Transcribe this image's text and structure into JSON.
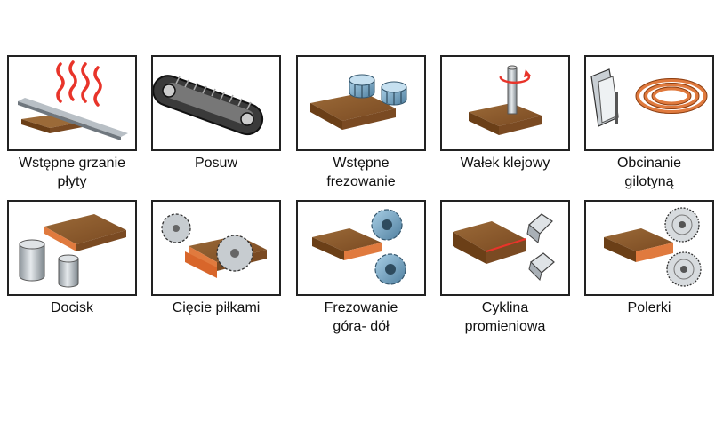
{
  "steps": [
    {
      "label": "Wstępne grzanie\npłyty",
      "icon": "heater-icon"
    },
    {
      "label": "Posuw",
      "icon": "conveyor-belt-icon"
    },
    {
      "label": "Wstępne\nfrezowanie",
      "icon": "milling-cutters-icon"
    },
    {
      "label": "Wałek klejowy",
      "icon": "glue-roller-icon"
    },
    {
      "label": "Obcinanie\ngilotyną",
      "icon": "guillotine-icon"
    },
    {
      "label": "Docisk",
      "icon": "pressure-rollers-icon"
    },
    {
      "label": "Cięcie piłkami",
      "icon": "circular-saws-icon"
    },
    {
      "label": "Frezowanie\ngóra- dół",
      "icon": "top-bottom-milling-icon"
    },
    {
      "label": "Cyklina\npromieniowa",
      "icon": "radius-scraper-icon"
    },
    {
      "label": "Polerki",
      "icon": "polishing-wheels-icon"
    }
  ],
  "colors": {
    "wood_top": "#8b5a2b",
    "wood_side": "#6b3f17",
    "edge_band": "#e07a3e",
    "heat": "#e8342a",
    "steel": "#9aa3ab",
    "cutter_blue": "#6a9ec0"
  }
}
